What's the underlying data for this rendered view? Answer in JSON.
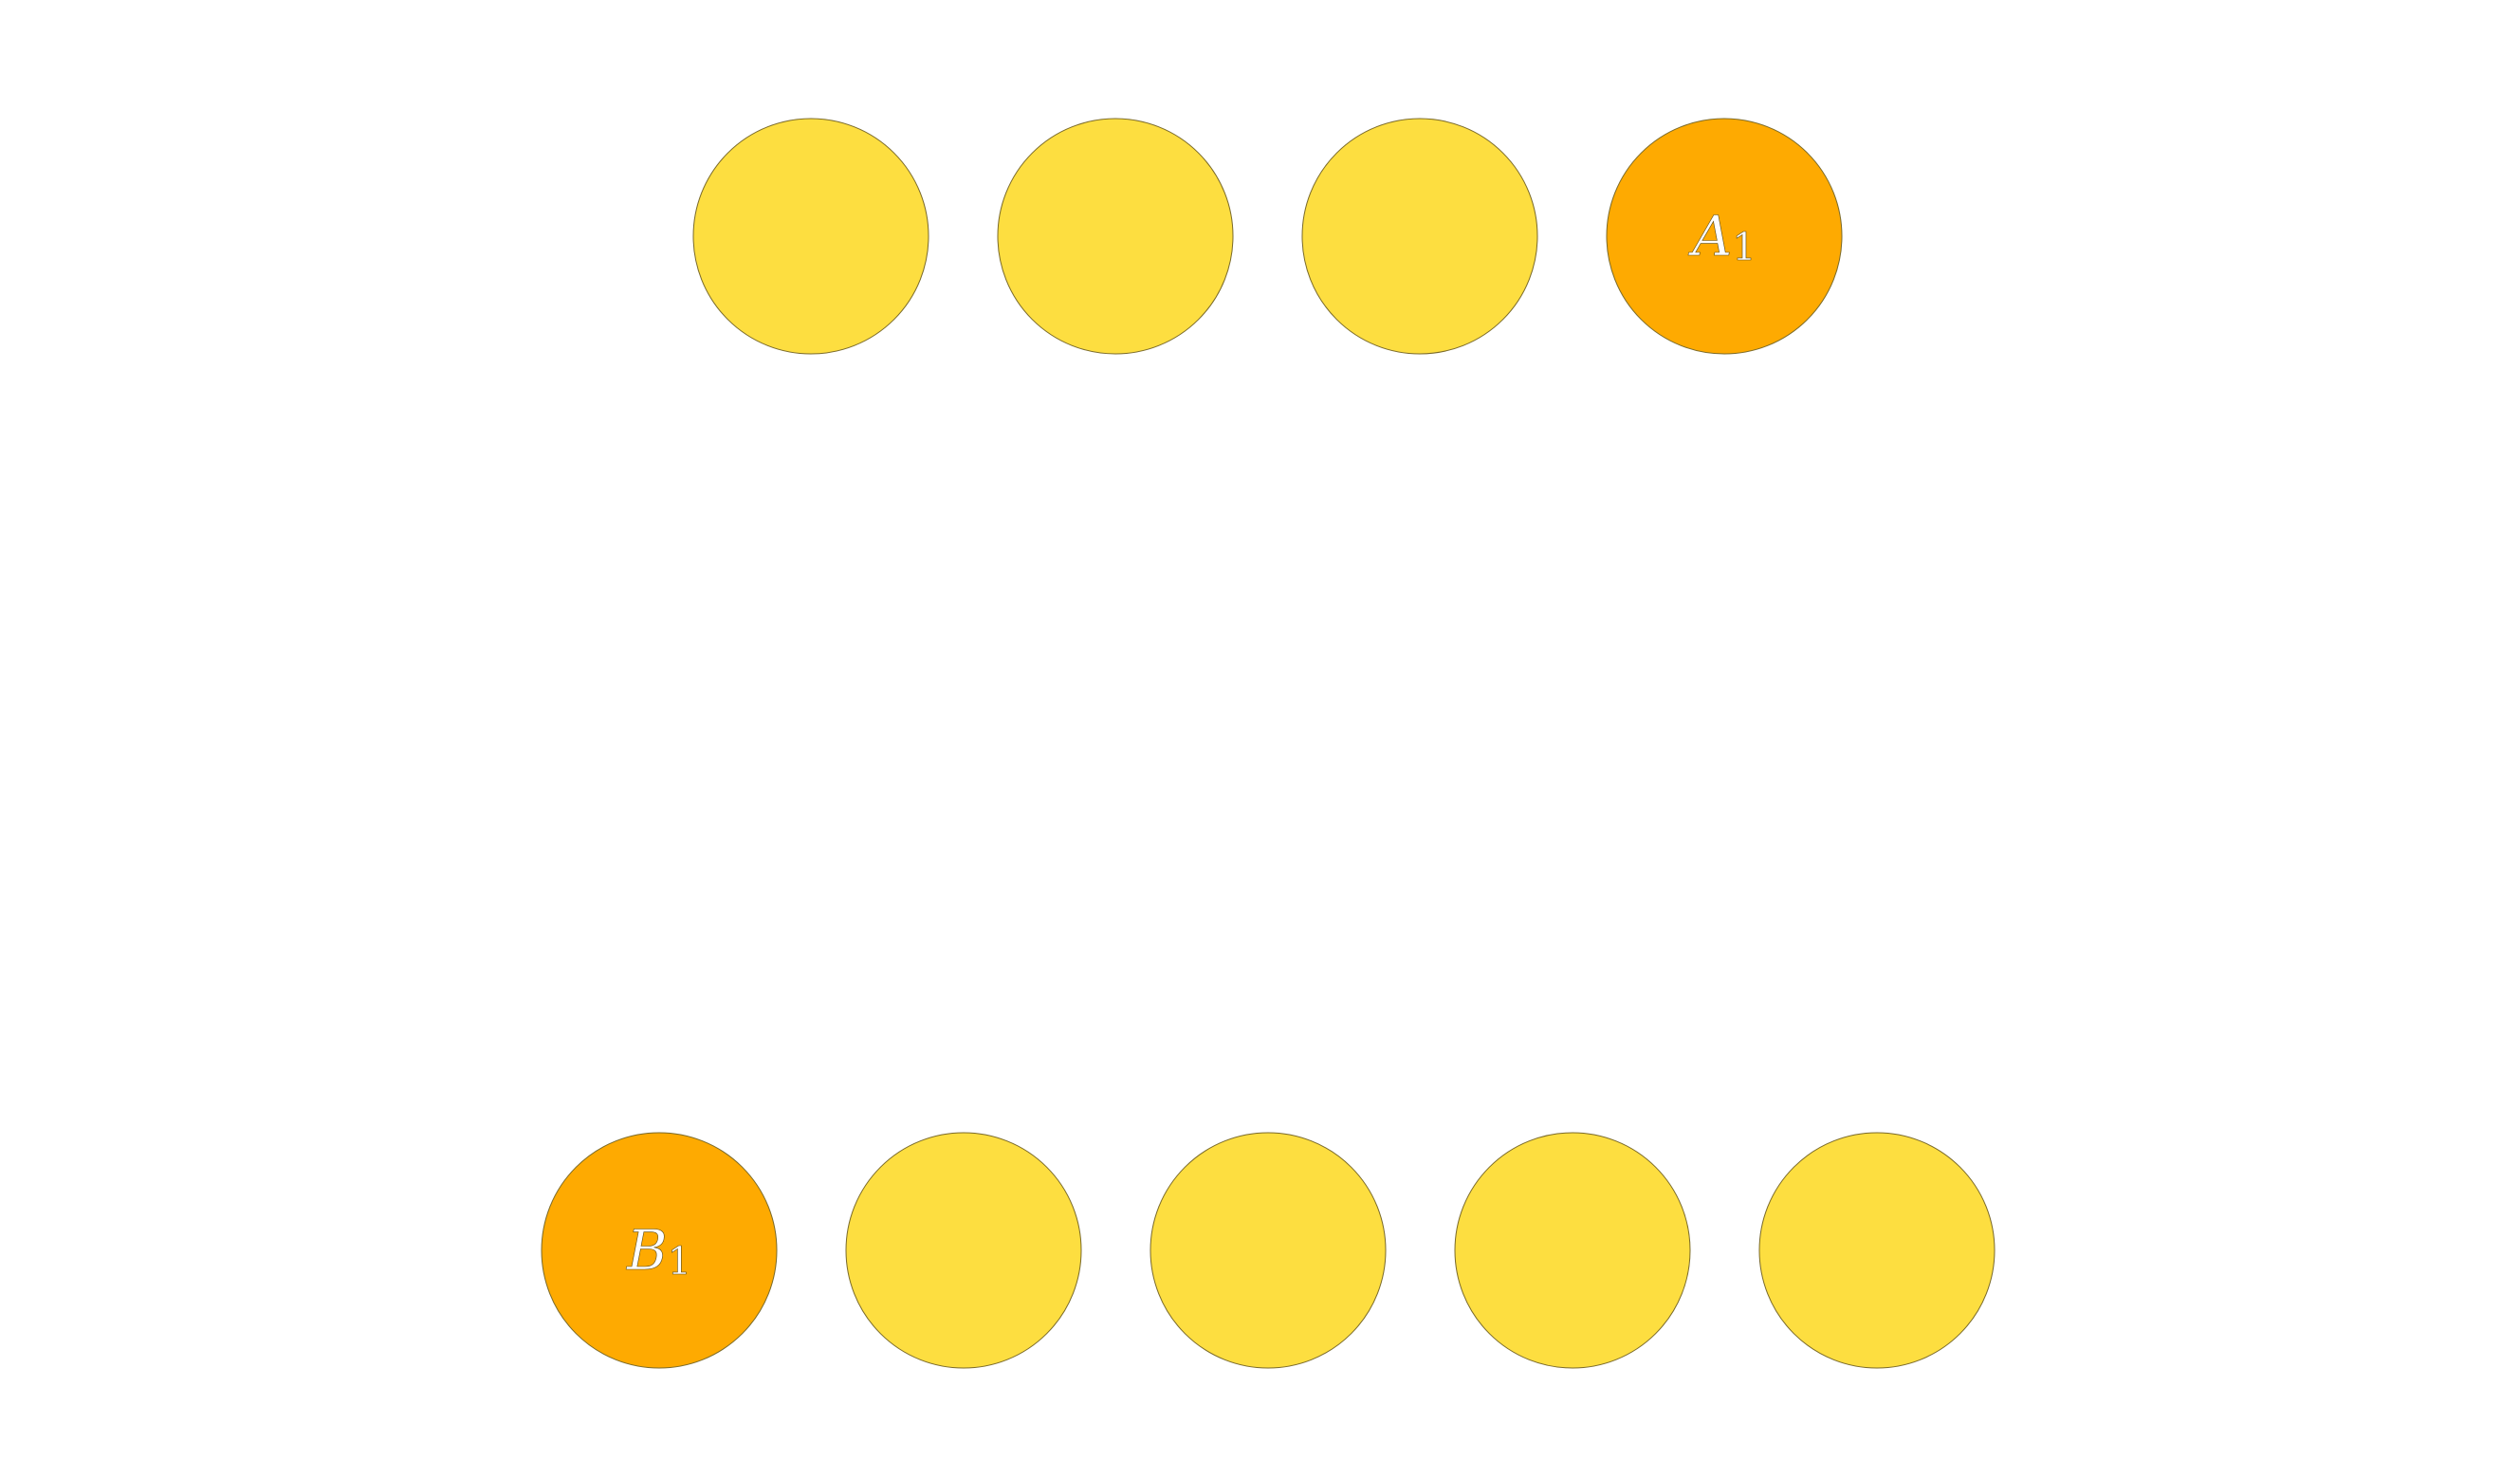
{
  "colors": {
    "node_fill": "#FDDE40",
    "highlight_fill": "#FEAA01",
    "node_stroke": "#7a6a2a",
    "label_fill": "#ffffff"
  },
  "top_row": {
    "nodes": [
      {
        "label": "",
        "sub": "",
        "highlighted": false
      },
      {
        "label": "",
        "sub": "",
        "highlighted": false
      },
      {
        "label": "",
        "sub": "",
        "highlighted": false
      },
      {
        "label": "A",
        "sub": "1",
        "highlighted": true
      }
    ]
  },
  "bottom_row": {
    "nodes": [
      {
        "label": "B",
        "sub": "1",
        "highlighted": true
      },
      {
        "label": "",
        "sub": "",
        "highlighted": false
      },
      {
        "label": "",
        "sub": "",
        "highlighted": false
      },
      {
        "label": "",
        "sub": "",
        "highlighted": false
      },
      {
        "label": "",
        "sub": "",
        "highlighted": false
      }
    ]
  }
}
